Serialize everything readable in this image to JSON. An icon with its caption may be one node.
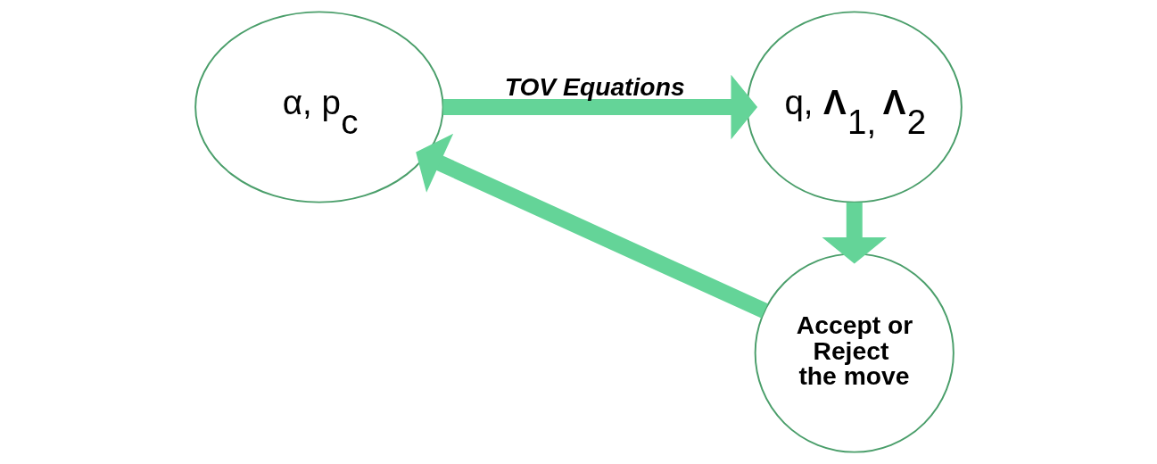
{
  "diagram": {
    "nodes": [
      {
        "text": [
          "α, p$_{c}$"
        ]
      },
      {
        "text": [
          "q, **Λ**$_{1,}$ **Λ**$_{2}$"
        ]
      },
      {
        "text": [
          "Accept or Reject  the move"
        ]
      }
    ],
    "edges": [
      {
        "from": 0,
        "to": 1,
        "arrow": "to",
        "label": "TOV Equations"
      },
      {
        "from": 1,
        "to": 2,
        "arrow": "to"
      },
      {
        "from": 2,
        "to": 0,
        "arrow": "to"
      }
    ]
  }
}
